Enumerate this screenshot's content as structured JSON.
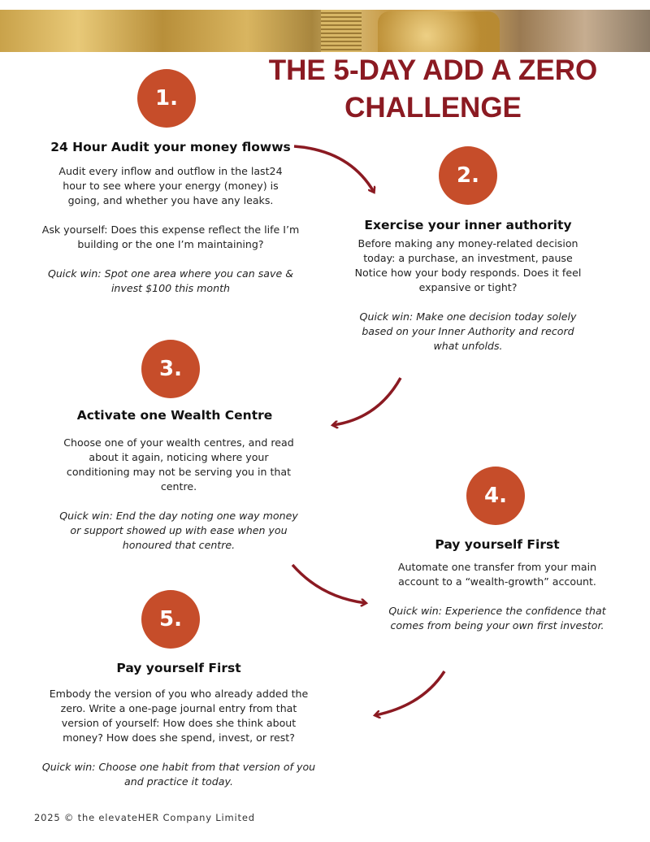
{
  "title": {
    "line1": "THE 5-DAY ADD A ZERO",
    "line2": "CHALLENGE"
  },
  "colors": {
    "accent": "#8b1a22",
    "circle": "#c64d2a"
  },
  "days": [
    {
      "number": "1.",
      "heading": "24 Hour Audit your money flowws",
      "body": "Audit every inflow and outflow in the last24 hour to see where your energy (money) is going, and whether you have any leaks.",
      "extra": "Ask yourself: Does this expense reflect the life I’m building or the one I’m maintaining?",
      "quick_win": "Quick win: Spot one area where you can save & invest $100 this month"
    },
    {
      "number": "2.",
      "heading": "Exercise your inner authority",
      "body": "Before making any money-related decision today: a purchase, an investment, pause Notice how your body responds. Does it feel expansive or tight?",
      "quick_win": "Quick win: Make one decision today solely based on your Inner Authority and record what unfolds."
    },
    {
      "number": "3.",
      "heading": "Activate one Wealth Centre",
      "body": "Choose one of your wealth centres, and read about it again, noticing where your conditioning may not be serving you in that centre.",
      "quick_win": "Quick win: End the day noting one way money or support showed up with ease when you honoured that centre."
    },
    {
      "number": "4.",
      "heading": "Pay yourself First",
      "body": "Automate one transfer from your main account to a “wealth-growth” account.",
      "quick_win": "Quick win: Experience the confidence that comes from being your own first investor."
    },
    {
      "number": "5.",
      "heading": "Pay yourself First",
      "body": "Embody the version of you who already added the zero. Write a one-page journal entry from that version of yourself: How does she think about money? How does she spend, invest, or rest?",
      "quick_win": "Quick win: Choose one habit from that version of you and practice it today."
    }
  ],
  "footer": "2025 © the elevateHER Company Limited"
}
